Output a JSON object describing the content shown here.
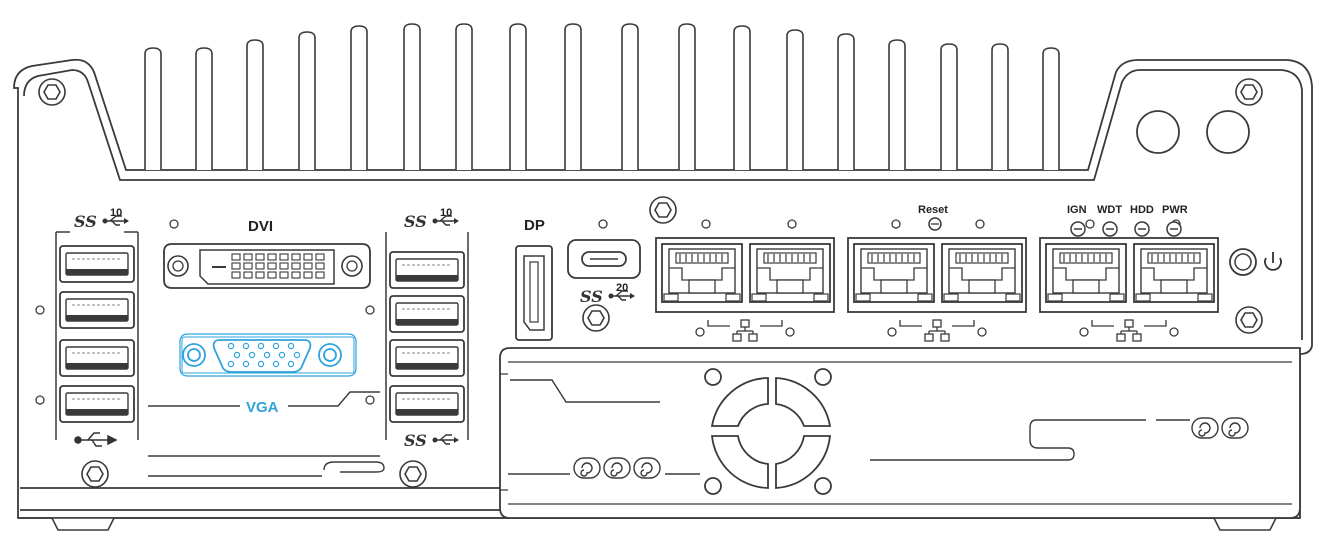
{
  "labels": {
    "dvi": "DVI",
    "vga": "VGA",
    "dp": "DP",
    "reset": "Reset",
    "ign": "IGN",
    "wdt": "WDT",
    "hdd": "HDD",
    "pwr": "PWR",
    "usb_speed_left": "10",
    "usb_speed_mid": "10",
    "usbc_speed": "20",
    "ss_logo": "SS"
  },
  "colors": {
    "line": "#3a3a3a",
    "vga_highlight": "#2ea3dd",
    "background": "#ffffff"
  },
  "icons": [
    "power-icon",
    "usb-icon",
    "network-icon",
    "hex-screw-icon"
  ]
}
